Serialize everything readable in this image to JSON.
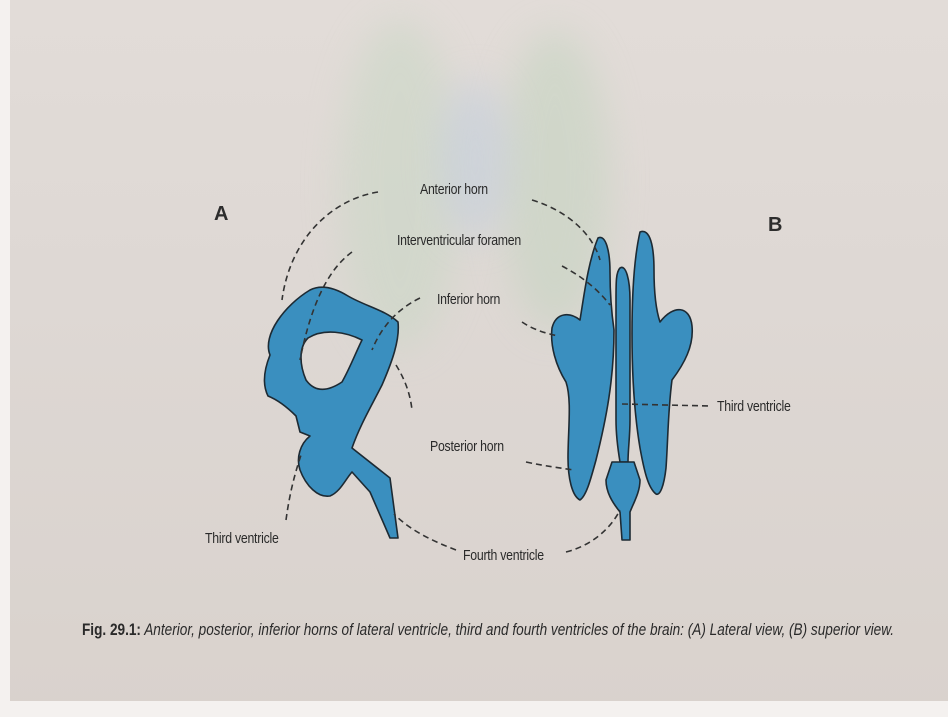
{
  "panels": {
    "a": "A",
    "b": "B"
  },
  "labels": {
    "anterior_horn": "Anterior horn",
    "interventricular_foramen": "Interventricular foramen",
    "inferior_horn": "Inferior horn",
    "third_ventricle_right": "Third ventricle",
    "posterior_horn": "Posterior horn",
    "third_ventricle_left": "Third ventricle",
    "fourth_ventricle": "Fourth ventricle"
  },
  "caption": {
    "figure_no": "Fig. 29.1:",
    "text": " Anterior, posterior, inferior horns of lateral ventricle, third and fourth ventricles of the brain: (A) Lateral view, (B) superior view."
  },
  "colors": {
    "ventricle_fill": "#3a8fbf",
    "outline": "#1d2a33",
    "leader": "#333333"
  }
}
